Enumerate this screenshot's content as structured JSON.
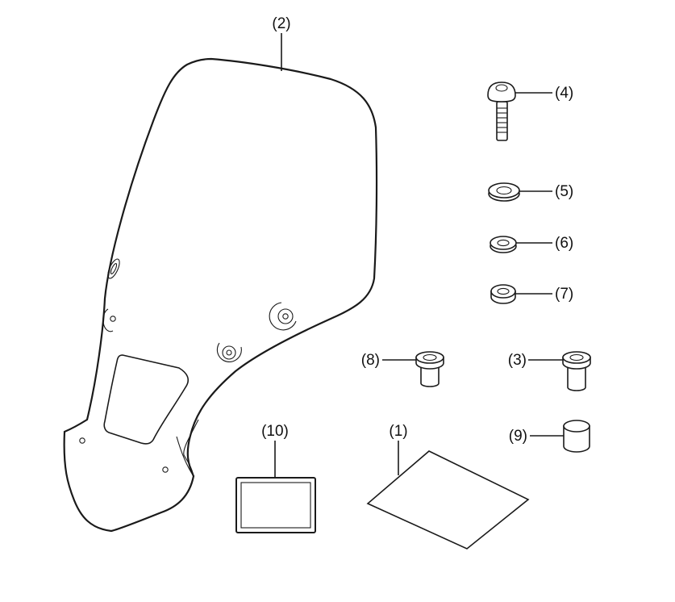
{
  "diagram": {
    "labels": {
      "part_1": "(1)",
      "part_2": "(2)",
      "part_3": "(3)",
      "part_4": "(4)",
      "part_5": "(5)",
      "part_6": "(6)",
      "part_7": "(7)",
      "part_8": "(8)",
      "part_9": "(9)",
      "part_10": "(10)"
    }
  }
}
